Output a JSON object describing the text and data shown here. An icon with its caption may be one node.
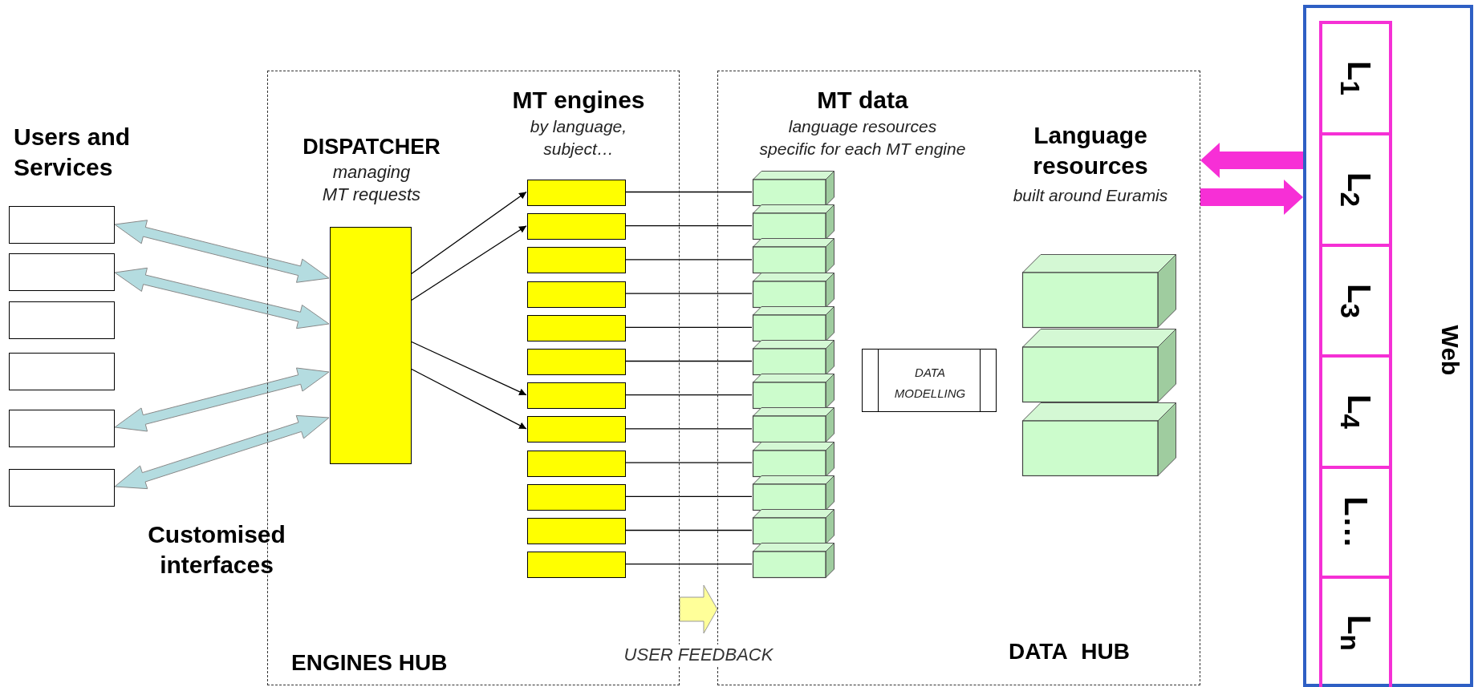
{
  "diagram": {
    "nodes": [
      {
        "text": [],
        "shape": "box"
      },
      {
        "text": [],
        "shape": "box"
      },
      {
        "text": [],
        "shape": "box"
      },
      {
        "text": [],
        "shape": "box"
      },
      {
        "text": [],
        "shape": "box"
      },
      {
        "text": [],
        "shape": "box"
      },
      {
        "text": [
          "ENGINES HUB"
        ]
      },
      {
        "text": [
          "DISPATCHER",
          "managing MT requests"
        ],
        "in": 6
      },
      {
        "text": [],
        "shape": "bar",
        "in": 6
      },
      {
        "text": [],
        "shape": "bar",
        "in": 6
      },
      {
        "text": [],
        "shape": "bar",
        "in": 6
      },
      {
        "text": [],
        "shape": "bar",
        "in": 6
      },
      {
        "text": [],
        "shape": "bar",
        "in": 6
      },
      {
        "text": [],
        "shape": "bar",
        "in": 6
      },
      {
        "text": [],
        "shape": "bar",
        "in": 6
      },
      {
        "text": [],
        "shape": "bar",
        "in": 6
      },
      {
        "text": [],
        "shape": "bar",
        "in": 6
      },
      {
        "text": [],
        "shape": "bar",
        "in": 6
      },
      {
        "text": [],
        "shape": "bar",
        "in": 6
      },
      {
        "text": [],
        "shape": "bar",
        "in": 6
      },
      {
        "text": [
          "DATA HUB"
        ]
      },
      {
        "text": [],
        "shape": "box",
        "in": 20
      },
      {
        "text": [],
        "shape": "box",
        "in": 20
      },
      {
        "text": [],
        "shape": "box",
        "in": 20
      },
      {
        "text": [],
        "shape": "box",
        "in": 20
      },
      {
        "text": [],
        "shape": "box",
        "in": 20
      },
      {
        "text": [],
        "shape": "box",
        "in": 20
      },
      {
        "text": [],
        "shape": "box",
        "in": 20
      },
      {
        "text": [],
        "shape": "box",
        "in": 20
      },
      {
        "text": [],
        "shape": "box",
        "in": 20
      },
      {
        "text": [],
        "shape": "box",
        "in": 20
      },
      {
        "text": [],
        "shape": "box",
        "in": 20
      },
      {
        "text": [],
        "shape": "box",
        "in": 20
      },
      {
        "text": [
          "DATA MODELLING"
        ],
        "in": 20
      },
      {
        "text": [],
        "shape": "box",
        "in": 20
      },
      {
        "text": [],
        "shape": "box",
        "in": 20
      },
      {
        "text": [],
        "shape": "box",
        "in": 20
      },
      {
        "text": [
          "Web"
        ]
      },
      {
        "text": [
          "L$_{1}$"
        ],
        "in": 37
      },
      {
        "text": [
          "L$_{2}$"
        ],
        "in": 37
      },
      {
        "text": [
          "L$_{3}$"
        ],
        "in": 37
      },
      {
        "text": [
          "L$_{4}$"
        ],
        "in": 37
      },
      {
        "text": [
          "L…"
        ],
        "in": 37
      },
      {
        "text": [
          "L$_{n}$"
        ],
        "in": 37
      }
    ],
    "edges": [
      {
        "from": 0,
        "to": 7,
        "arrow": "both",
        "style": "thick",
        "color": "#b4dce0"
      },
      {
        "from": 1,
        "to": 7,
        "arrow": "both",
        "style": "thick",
        "color": "#b4dce0"
      },
      {
        "from": 4,
        "to": 7,
        "arrow": "both",
        "style": "thick",
        "color": "#b4dce0"
      },
      {
        "from": 5,
        "to": 7,
        "arrow": "both",
        "style": "thick",
        "color": "#b4dce0"
      },
      {
        "from": 7,
        "to": 8,
        "arrow": "to"
      },
      {
        "from": 7,
        "to": 9,
        "arrow": "to"
      },
      {
        "from": 7,
        "to": 14,
        "arrow": "to"
      },
      {
        "from": 7,
        "to": 15,
        "arrow": "to"
      },
      {
        "from": 8,
        "to": 21,
        "arrow": "none"
      },
      {
        "from": 9,
        "to": 22,
        "arrow": "none"
      },
      {
        "from": 10,
        "to": 23,
        "arrow": "none"
      },
      {
        "from": 11,
        "to": 24,
        "arrow": "none"
      },
      {
        "from": 12,
        "to": 25,
        "arrow": "none"
      },
      {
        "from": 13,
        "to": 26,
        "arrow": "none"
      },
      {
        "from": 14,
        "to": 27,
        "arrow": "none"
      },
      {
        "from": 15,
        "to": 28,
        "arrow": "none"
      },
      {
        "from": 16,
        "to": 29,
        "arrow": "none"
      },
      {
        "from": 17,
        "to": 30,
        "arrow": "none"
      },
      {
        "from": 18,
        "to": 31,
        "arrow": "none"
      },
      {
        "from": 19,
        "to": 32,
        "arrow": "none"
      },
      {
        "from": 6,
        "to": 20,
        "arrow": "to",
        "label": "USER FEEDBACK",
        "style": "thick",
        "color": "#ffff99"
      },
      {
        "from": 37,
        "to": 20,
        "arrow": "to",
        "style": "thick",
        "color": "#f72fd6"
      },
      {
        "from": 20,
        "to": 37,
        "arrow": "to",
        "style": "thick",
        "color": "#f72fd6"
      }
    ],
    "labels": [
      "MT engines",
      "by language, subject…",
      "MT data",
      "language resources specific for each MT engine",
      "Users and Services",
      "Language resources",
      "built around Euramis",
      "Customised interfaces"
    ]
  }
}
